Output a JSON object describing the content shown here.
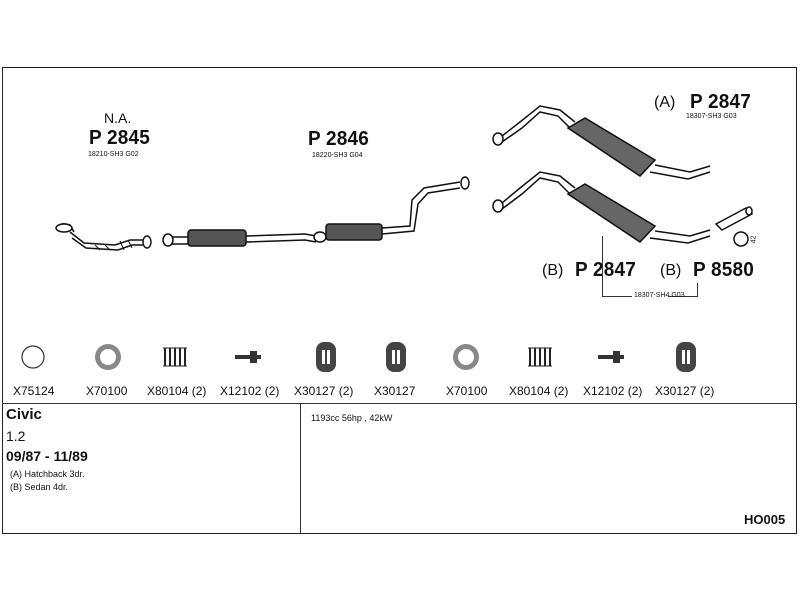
{
  "diagram": {
    "na_label": "N.A.",
    "front_pipe": {
      "part": "P 2845",
      "oem": "18210-SH3 G02"
    },
    "middle": {
      "part": "P 2846",
      "oem": "18220-SH3 G04"
    },
    "rear_a": {
      "variant": "(A)",
      "part": "P 2847",
      "oem": "18307-SH3 G03"
    },
    "rear_b": {
      "variant": "(B)",
      "part": "P 2847"
    },
    "tail_b": {
      "variant": "(B)",
      "part": "P 8580"
    },
    "rear_b_oem": "18307-SH4 G03",
    "small_number": "42"
  },
  "parts": [
    {
      "code": "X75124",
      "icon": "ring-icon"
    },
    {
      "code": "X70100",
      "icon": "gasket-icon"
    },
    {
      "code": "X80104 (2)",
      "icon": "spring-icon"
    },
    {
      "code": "X12102 (2)",
      "icon": "bolt-icon"
    },
    {
      "code": "X30127 (2)",
      "icon": "rubber-mount-icon"
    },
    {
      "code": "X30127",
      "icon": "rubber-mount-icon"
    },
    {
      "code": "X70100",
      "icon": "gasket-icon"
    },
    {
      "code": "X80104 (2)",
      "icon": "spring-icon"
    },
    {
      "code": "X12102 (2)",
      "icon": "bolt-icon"
    },
    {
      "code": "X30127 (2)",
      "icon": "rubber-mount-icon"
    }
  ],
  "vehicle": {
    "model": "Civic",
    "engine": "1.2",
    "years": "09/87 - 11/89",
    "variant_a": "(A) Hatchback 3dr.",
    "variant_b": "(B) Sedan 4dr.",
    "spec": "1193cc 56hp , 42kW",
    "diagram_code": "HO005"
  }
}
